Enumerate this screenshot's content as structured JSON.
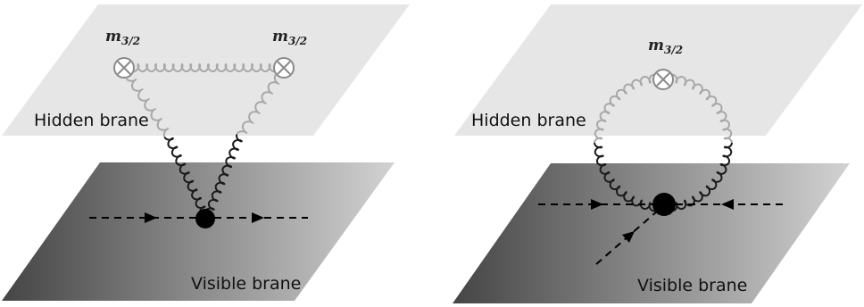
{
  "left_diagram": {
    "hidden_label": "Hidden brane",
    "visible_label": "Visible brane",
    "mass_labels": [
      {
        "symbol": "m",
        "subscript": "3/2"
      },
      {
        "symbol": "m",
        "subscript": "3/2"
      }
    ]
  },
  "right_diagram": {
    "hidden_label": "Hidden brane",
    "visible_label": "Visible brane",
    "mass_labels": [
      {
        "symbol": "m",
        "subscript": "3/2"
      }
    ]
  },
  "colors": {
    "hidden_brane": "#e6e6e6",
    "visible_brane_dark": "#4a4a4a",
    "visible_brane_light": "#cfcfcf",
    "gluon_hidden": "#a8a8a8",
    "gluon_visible": "#1a1a1a",
    "vertex": "#000000"
  }
}
